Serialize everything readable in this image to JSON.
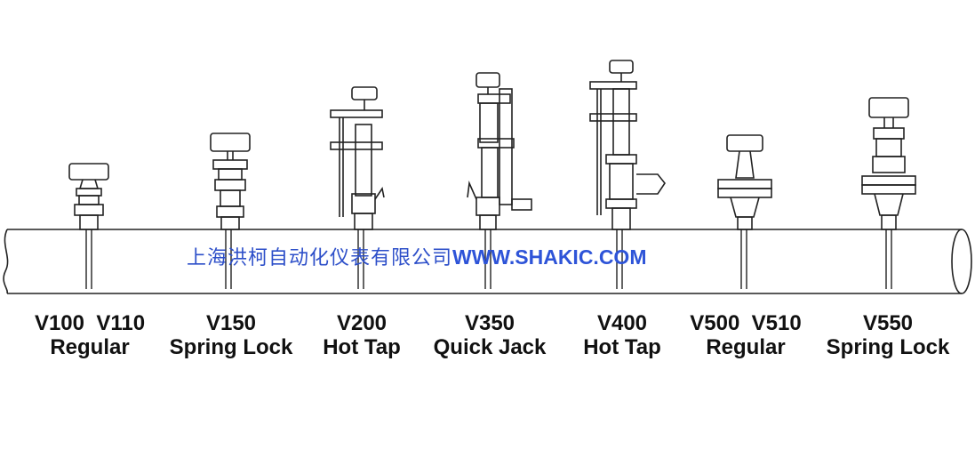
{
  "watermark": {
    "company_cn": "上海洪柯自动化仪表有限公司",
    "url": "WWW.SHAKIC.COM"
  },
  "products": [
    {
      "model": "V100  V110",
      "type": "Regular"
    },
    {
      "model": "V150",
      "type": "Spring Lock"
    },
    {
      "model": "V200",
      "type": "Hot Tap"
    },
    {
      "model": "V350",
      "type": "Quick Jack"
    },
    {
      "model": "V400",
      "type": "Hot Tap"
    },
    {
      "model": "V500  V510",
      "type": "Regular"
    },
    {
      "model": "V550",
      "type": "Spring Lock"
    }
  ]
}
